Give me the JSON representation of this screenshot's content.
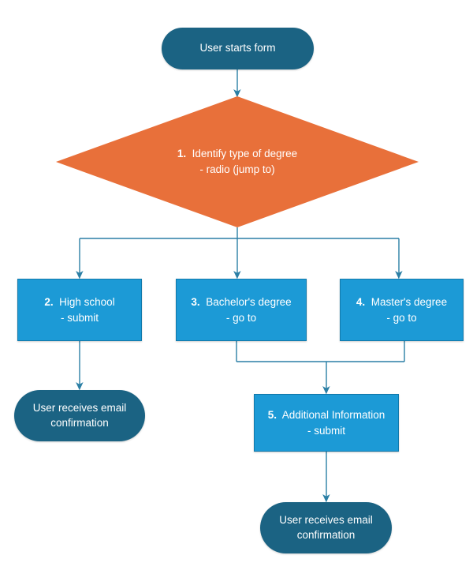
{
  "diagram": {
    "title": "Degree type form flow",
    "type": "flowchart",
    "colors": {
      "terminal_fill": "#1b6383",
      "decision_fill": "#e8703a",
      "process_fill": "#1c9ad6",
      "process_border": "#1179ab",
      "connector": "#2b7fa5",
      "text": "#ffffff",
      "background": "#ffffff"
    },
    "nodes": [
      {
        "id": "start",
        "shape": "terminal",
        "lines": [
          "User starts form"
        ]
      },
      {
        "id": "decision-1",
        "shape": "decision",
        "number": "1.",
        "lines": [
          "Identify type of degree",
          "- radio (jump to)"
        ]
      },
      {
        "id": "process-2",
        "shape": "process",
        "number": "2.",
        "lines": [
          "High school",
          "- submit"
        ]
      },
      {
        "id": "process-3",
        "shape": "process",
        "number": "3.",
        "lines": [
          "Bachelor's degree",
          "- go to"
        ]
      },
      {
        "id": "process-4",
        "shape": "process",
        "number": "4.",
        "lines": [
          "Master's degree",
          "- go to"
        ]
      },
      {
        "id": "end-left",
        "shape": "terminal",
        "lines": [
          "User receives email",
          "confirmation"
        ]
      },
      {
        "id": "process-5",
        "shape": "process",
        "number": "5.",
        "lines": [
          "Additional Information",
          "- submit"
        ]
      },
      {
        "id": "end-bottom",
        "shape": "terminal",
        "lines": [
          "User receives email",
          "confirmation"
        ]
      }
    ]
  },
  "n": {
    "start_line1": "User starts form",
    "d1_num": "1.",
    "d1_line1": "Identify type of degree",
    "d1_line2": "- radio (jump to)",
    "p2_num": "2.",
    "p2_line1": "High school",
    "p2_line2": "- submit",
    "p3_num": "3.",
    "p3_line1": "Bachelor's degree",
    "p3_line2": "- go to",
    "p4_num": "4.",
    "p4_line1": "Master's degree",
    "p4_line2": "- go to",
    "endleft_line1": "User receives email",
    "endleft_line2": "confirmation",
    "p5_num": "5.",
    "p5_line1": "Additional Information",
    "p5_line2": "- submit",
    "endbottom_line1": "User receives email",
    "endbottom_line2": "confirmation"
  }
}
